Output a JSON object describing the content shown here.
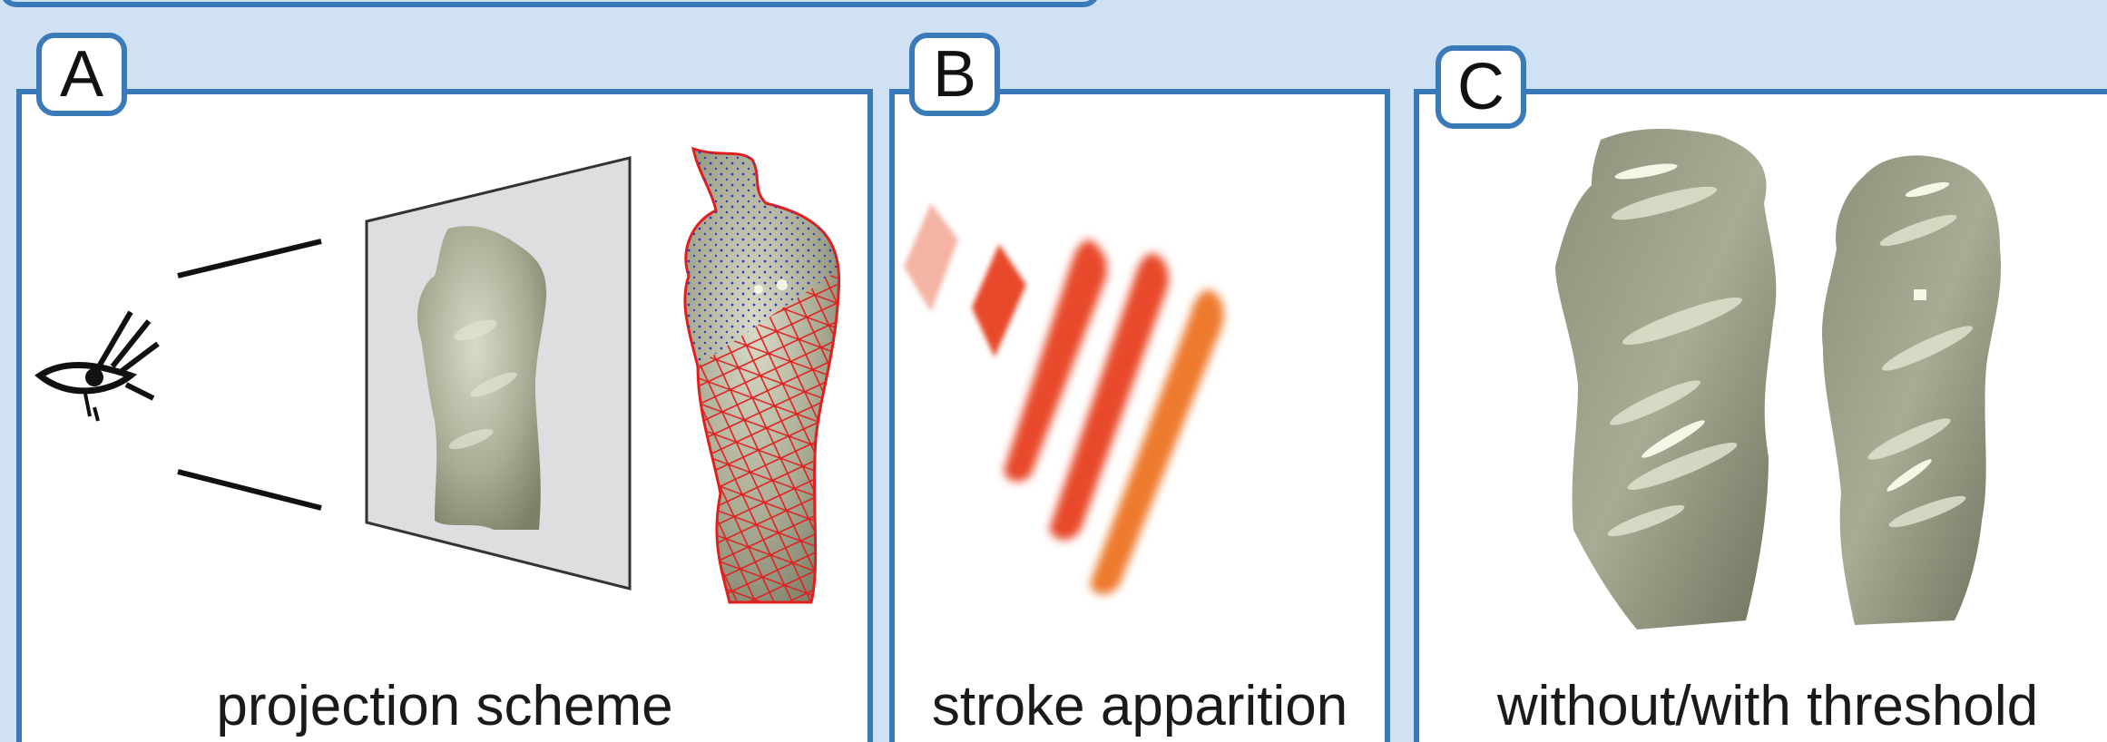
{
  "panels": [
    {
      "id": "A",
      "label": "A",
      "caption": "projection scheme"
    },
    {
      "id": "B",
      "label": "B",
      "caption": "stroke apparition"
    },
    {
      "id": "C",
      "label": "C",
      "caption": "without/with threshold"
    }
  ],
  "colors": {
    "frame": "#3b7ab8",
    "background": "#cfe1f3",
    "sculpture": "#a9ab94",
    "mesh_red": "#e02020",
    "points_blue": "#2a3fbf",
    "stroke_light": "#f4b3a4",
    "stroke_red": "#e84a2c",
    "stroke_orange": "#ee7a2e"
  }
}
